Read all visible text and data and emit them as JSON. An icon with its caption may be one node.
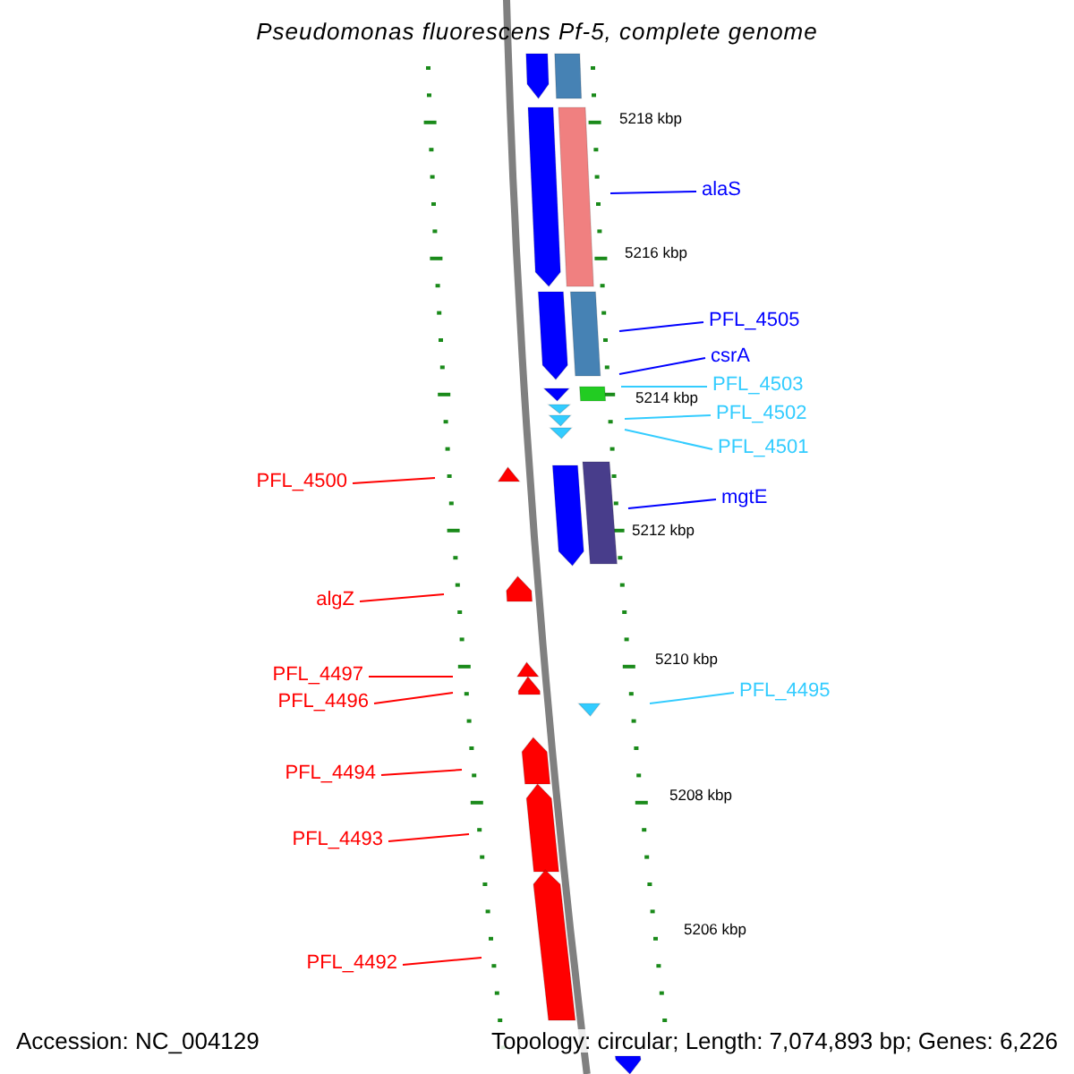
{
  "diagram": {
    "title": "Pseudomonas fluorescens Pf-5, complete genome",
    "nodes": [
      {
        "text": [
          "alaS"
        ]
      },
      {
        "text": [
          "PFL_4505"
        ]
      },
      {
        "text": [
          "csrA"
        ]
      },
      {
        "text": [
          "PFL_4503"
        ]
      },
      {
        "text": [
          "PFL_4502"
        ]
      },
      {
        "text": [
          "PFL_4501"
        ]
      },
      {
        "text": [
          "mgtE"
        ]
      },
      {
        "text": [
          "PFL_4495"
        ]
      },
      {
        "text": [
          "PFL_4500"
        ]
      },
      {
        "text": [
          "algZ"
        ]
      },
      {
        "text": [
          "PFL_4497"
        ]
      },
      {
        "text": [
          "PFL_4496"
        ]
      },
      {
        "text": [
          "PFL_4494"
        ]
      },
      {
        "text": [
          "PFL_4493"
        ]
      },
      {
        "text": [
          "PFL_4492"
        ]
      }
    ],
    "edges": [
      {
        "from": 0,
        "to": null,
        "arrow": "none",
        "color": "#0000ff"
      },
      {
        "from": 1,
        "to": null,
        "arrow": "none",
        "color": "#0000ff"
      },
      {
        "from": 2,
        "to": null,
        "arrow": "none",
        "color": "#0000ff"
      },
      {
        "from": 3,
        "to": null,
        "arrow": "none",
        "color": "#33ccff"
      },
      {
        "from": 4,
        "to": null,
        "arrow": "none",
        "color": "#33ccff"
      },
      {
        "from": 5,
        "to": null,
        "arrow": "none",
        "color": "#33ccff"
      },
      {
        "from": 6,
        "to": null,
        "arrow": "none",
        "color": "#0000ff"
      },
      {
        "from": 7,
        "to": null,
        "arrow": "none",
        "color": "#33ccff"
      },
      {
        "from": 8,
        "to": null,
        "arrow": "none"
      },
      {
        "from": 9,
        "to": null,
        "arrow": "none"
      },
      {
        "from": 10,
        "to": null,
        "arrow": "none"
      },
      {
        "from": 11,
        "to": null,
        "arrow": "none"
      },
      {
        "from": 12,
        "to": null,
        "arrow": "none"
      },
      {
        "from": 13,
        "to": null,
        "arrow": "none"
      },
      {
        "from": 14,
        "to": null,
        "arrow": "none"
      }
    ],
    "labels": [
      "5218 kbp",
      "5216 kbp",
      "5214 kbp",
      "5212 kbp",
      "5210 kbp",
      "5208 kbp",
      "5206 kbp",
      "Accession: NC_004129",
      "Topology: circular; Length: 7,074,893 bp; Genes: 6,226"
    ]
  }
}
